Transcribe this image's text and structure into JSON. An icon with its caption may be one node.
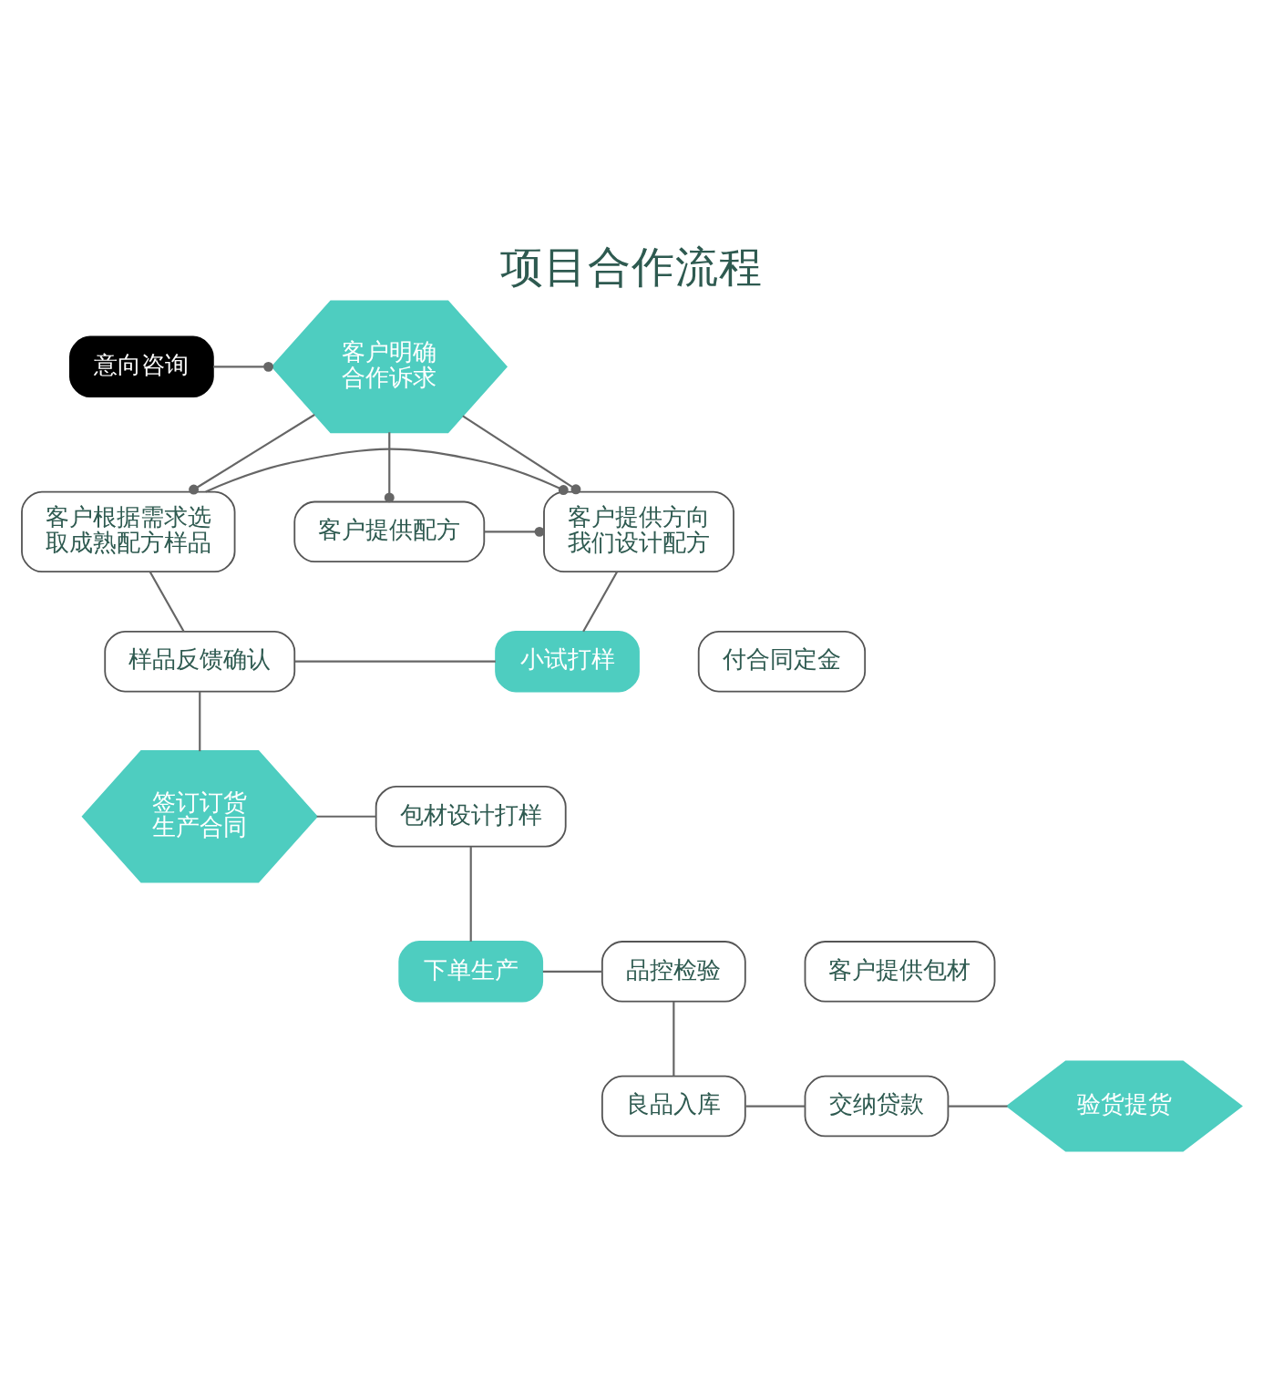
{
  "diagram": {
    "title": "项目合作流程",
    "nodes": [
      {
        "text": [
          "意向咨询"
        ]
      },
      {
        "text": [
          "客户明确合作诉求"
        ]
      },
      {
        "text": [
          "客户根据需求选取成熟配方样品"
        ]
      },
      {
        "text": [
          "客户提供方向我们设计配方"
        ]
      },
      {
        "text": [
          "客户提供配方"
        ]
      },
      {
        "text": [
          "样品反馈确认"
        ]
      },
      {
        "text": [
          "小试打样"
        ]
      },
      {
        "text": [
          "签订订货生产合同"
        ]
      },
      {
        "text": [
          "付合同定金"
        ]
      },
      {
        "text": [
          "包材设计打样"
        ]
      },
      {
        "text": [
          "客户提供包材"
        ]
      },
      {
        "text": [
          "品控检验"
        ]
      },
      {
        "text": [
          "下单生产"
        ]
      },
      {
        "text": [
          "良品入库"
        ]
      },
      {
        "text": [
          "交纳贷款"
        ]
      },
      {
        "text": [
          "验货提货"
        ]
      }
    ],
    "edges": [
      {
        "from": 0,
        "to": 1,
        "arrow": "other"
      },
      {
        "from": 1,
        "to": 2,
        "arrow": "other"
      },
      {
        "from": 1,
        "to": 3,
        "arrow": "other"
      },
      {
        "from": 1,
        "to": 4,
        "arrow": "other"
      },
      {
        "from": 2,
        "to": 3,
        "arrow": "other"
      },
      {
        "from": 4,
        "to": 3,
        "arrow": "other"
      },
      {
        "from": 2,
        "to": 5,
        "arrow": "none"
      },
      {
        "from": 3,
        "to": 6,
        "arrow": "none"
      },
      {
        "from": 5,
        "to": 6,
        "arrow": "none"
      },
      {
        "from": 5,
        "to": 7,
        "arrow": "none"
      },
      {
        "from": 7,
        "to": 9,
        "arrow": "none"
      },
      {
        "from": 9,
        "to": 12,
        "arrow": "none"
      },
      {
        "from": 12,
        "to": 11,
        "arrow": "none"
      },
      {
        "from": 11,
        "to": 13,
        "arrow": "none"
      },
      {
        "from": 13,
        "to": 14,
        "arrow": "none"
      },
      {
        "from": 14,
        "to": 15,
        "arrow": "none"
      }
    ]
  }
}
